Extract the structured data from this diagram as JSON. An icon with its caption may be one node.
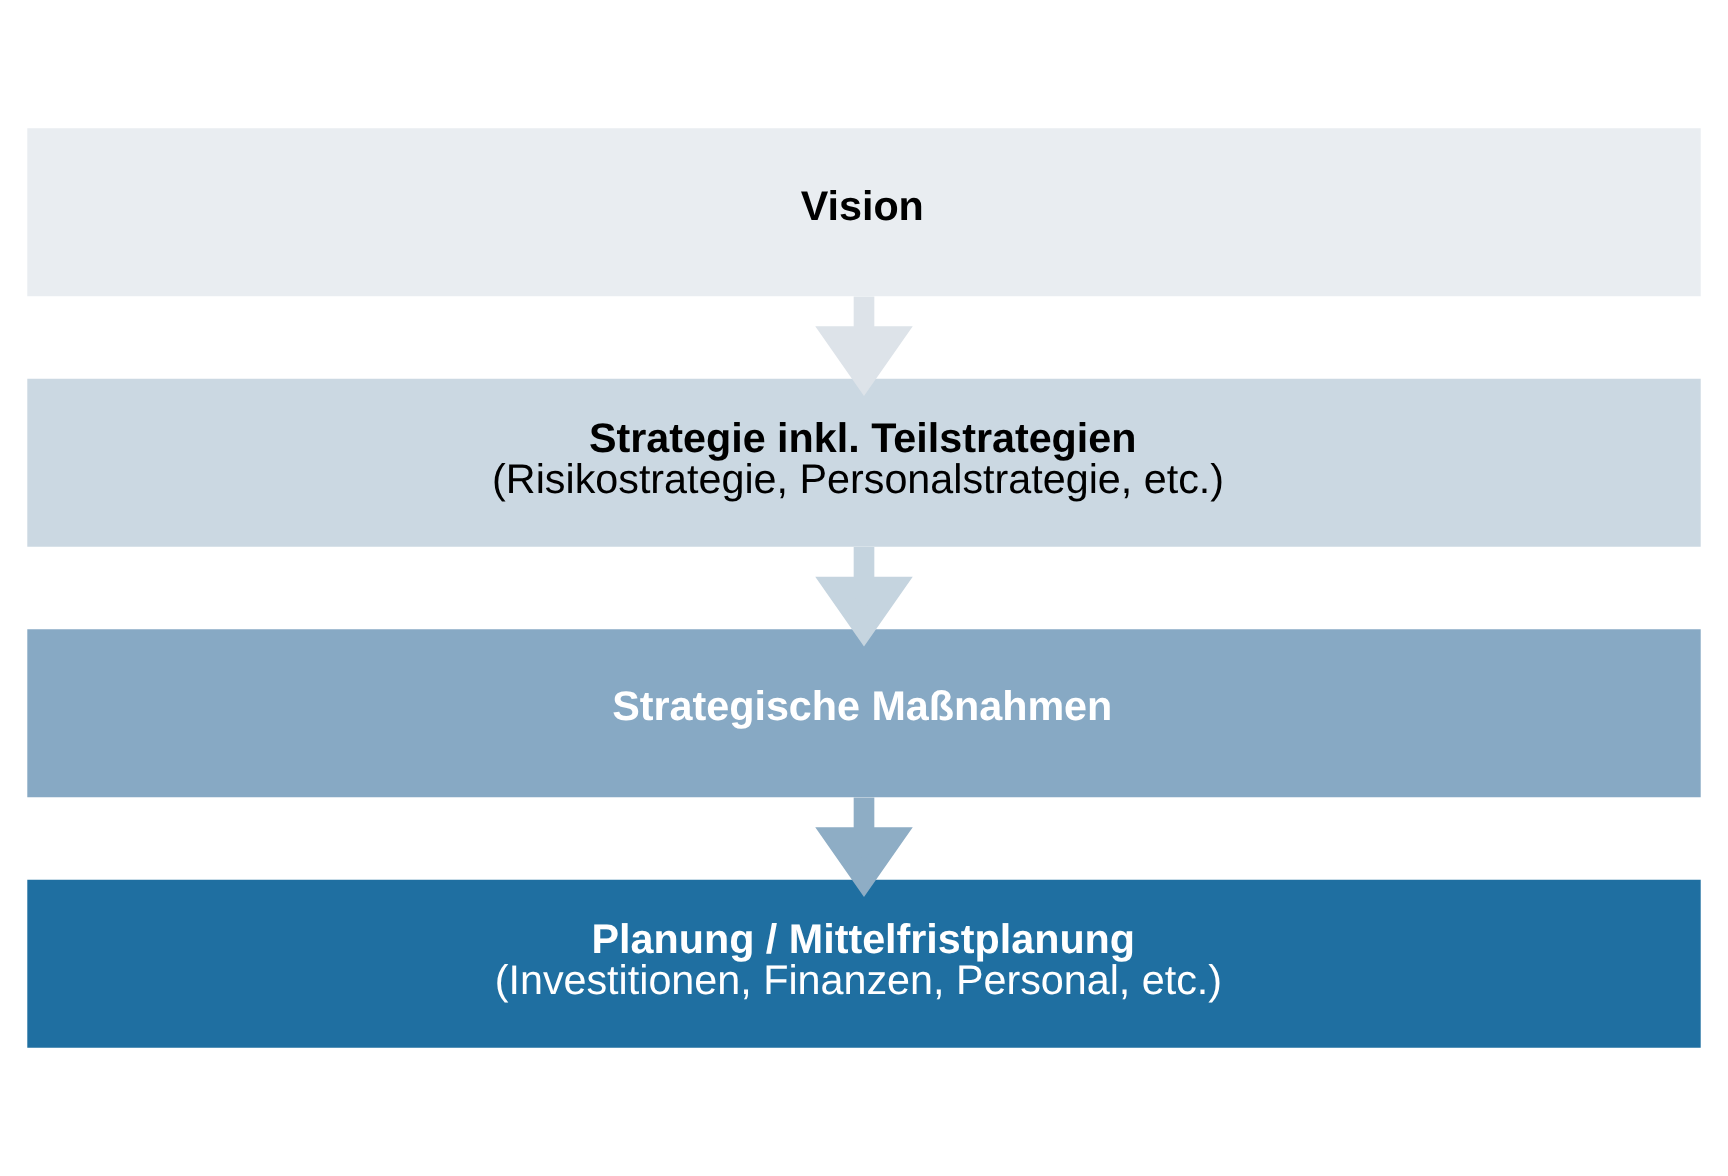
{
  "diagram": {
    "nodes": [
      {
        "text": [
          "Vision"
        ]
      },
      {
        "text": [
          "Strategie inkl. Teilstrategien",
          "(Risikostrategie, Personalstrategie, etc.)"
        ]
      },
      {
        "text": [
          "Strategische Maßnahmen"
        ]
      },
      {
        "text": [
          "Planung / Mittelfristplanung",
          "(Investitionen, Finanzen, Personal, etc.)"
        ]
      }
    ],
    "edges": [
      {
        "from": 0,
        "to": 1,
        "arrow": "to",
        "color": "#dde3e9"
      },
      {
        "from": 1,
        "to": 2,
        "arrow": "to",
        "color": "#c5d4df"
      },
      {
        "from": 2,
        "to": 3,
        "arrow": "to",
        "color": "#8eadc5"
      }
    ]
  }
}
